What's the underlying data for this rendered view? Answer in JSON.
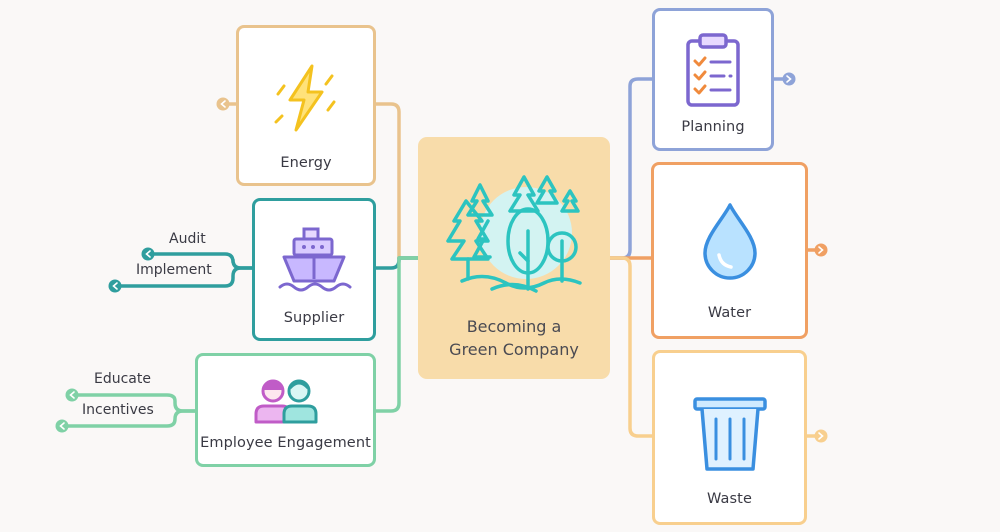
{
  "center": {
    "line1": "Becoming a",
    "line2": "Green Company",
    "fill": "#f8dcaa",
    "icon": "forest-icon"
  },
  "nodes": {
    "energy": {
      "label": "Energy",
      "color": "#e9c38d",
      "icon": "lightning-bolt-icon"
    },
    "supplier": {
      "label": "Supplier",
      "color": "#2f9e9e",
      "icon": "cargo-ship-icon"
    },
    "employee": {
      "label": "Employee Engagement",
      "color": "#7fd1a6",
      "icon": "people-icon"
    },
    "planning": {
      "label": "Planning",
      "color": "#8ea3d8",
      "icon": "clipboard-checklist-icon"
    },
    "water": {
      "label": "Water",
      "color": "#f0a063",
      "icon": "water-drop-icon"
    },
    "waste": {
      "label": "Waste",
      "color": "#f8cf8e",
      "icon": "trash-can-icon"
    }
  },
  "leaves": {
    "audit": "Audit",
    "implement": "Implement",
    "educate": "Educate",
    "incentives": "Incentives"
  }
}
